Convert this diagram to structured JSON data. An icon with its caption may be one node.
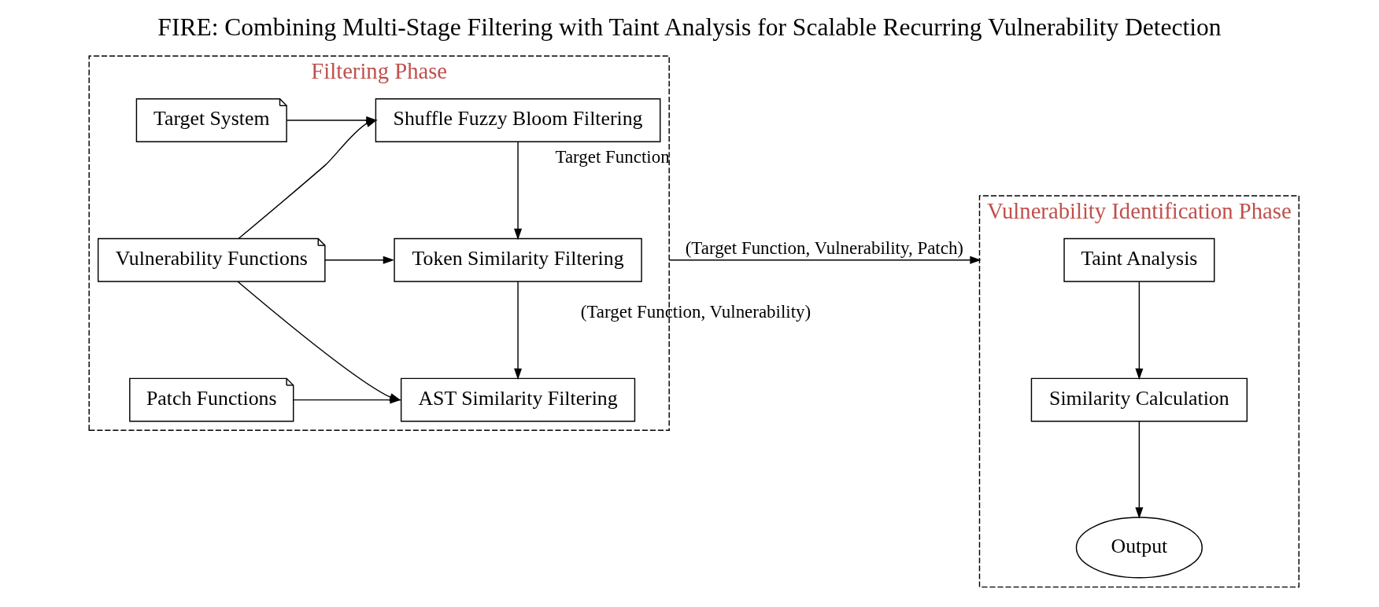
{
  "diagram": {
    "title": "FIRE: Combining Multi-Stage Filtering with Taint Analysis for Scalable Recurring Vulnerability Detection",
    "nodes": [
      {
        "text": [
          "Filtering Phase"
        ]
      },
      {
        "text": [
          "Target System"
        ],
        "in": 0
      },
      {
        "text": [
          "Vulnerability Functions"
        ],
        "in": 0
      },
      {
        "text": [
          "Patch Functions"
        ],
        "in": 0
      },
      {
        "text": [
          "Shuffle Fuzzy Bloom Filtering"
        ],
        "in": 0
      },
      {
        "text": [
          "Token Similarity Filtering"
        ],
        "in": 0
      },
      {
        "text": [
          "AST Similarity Filtering"
        ],
        "in": 0
      },
      {
        "text": [
          "Vulnerability Identification Phase"
        ]
      },
      {
        "text": [
          "Taint Analysis"
        ],
        "in": 7
      },
      {
        "text": [
          "Similarity Calculation"
        ],
        "in": 7
      },
      {
        "text": [
          "Output"
        ],
        "in": 7
      }
    ],
    "edges": [
      {
        "from": 1,
        "to": 4,
        "arrow": "to"
      },
      {
        "from": 2,
        "to": 4,
        "arrow": "to"
      },
      {
        "from": 2,
        "to": 5,
        "arrow": "to"
      },
      {
        "from": 2,
        "to": 6,
        "arrow": "to"
      },
      {
        "from": 3,
        "to": 6,
        "arrow": "to"
      },
      {
        "from": 4,
        "to": 5,
        "arrow": "to",
        "label": "Target Function"
      },
      {
        "from": 5,
        "to": 6,
        "arrow": "to",
        "label": "(Target Function, Vulnerability)"
      },
      {
        "from": 0,
        "to": 7,
        "arrow": "to",
        "label": "(Target Function, Vulnerability, Patch)"
      },
      {
        "from": 8,
        "to": 9,
        "arrow": "to"
      },
      {
        "from": 9,
        "to": 10,
        "arrow": "to"
      }
    ]
  }
}
